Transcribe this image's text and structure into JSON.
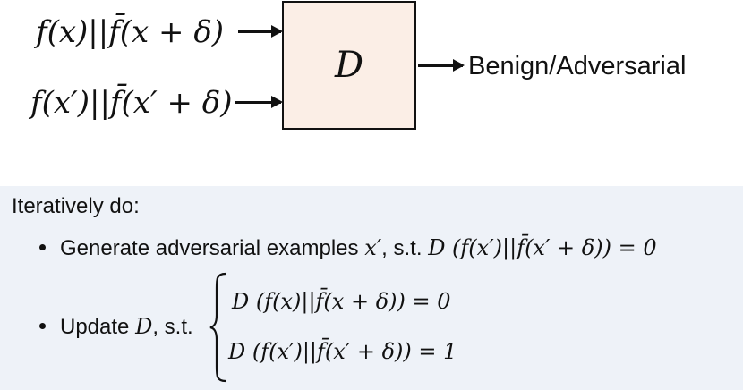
{
  "diagram": {
    "inputs": [
      {
        "label": "f(x)||f̄(x + δ)"
      },
      {
        "label": "f(x′)||f̄(x′ + δ)"
      }
    ],
    "box_label": "D",
    "output_label": "Benign/Adversarial"
  },
  "procedure": {
    "title": "Iteratively do:",
    "step1": {
      "text": "Generate adversarial examples",
      "var": "x′",
      "st": ", s.t.",
      "equation": "D (f(x′)||f̄(x′ + δ)) = 0"
    },
    "step2": {
      "text": "Update",
      "var": "D",
      "st": ", s.t.",
      "equations": [
        "D (f(x)||f̄(x + δ)) = 0",
        "D (f(x′)||f̄(x′ + δ)) = 1"
      ]
    }
  },
  "colors": {
    "box_fill": "#fbeee6",
    "panel_fill": "#eef2f8",
    "ink": "#111111"
  }
}
